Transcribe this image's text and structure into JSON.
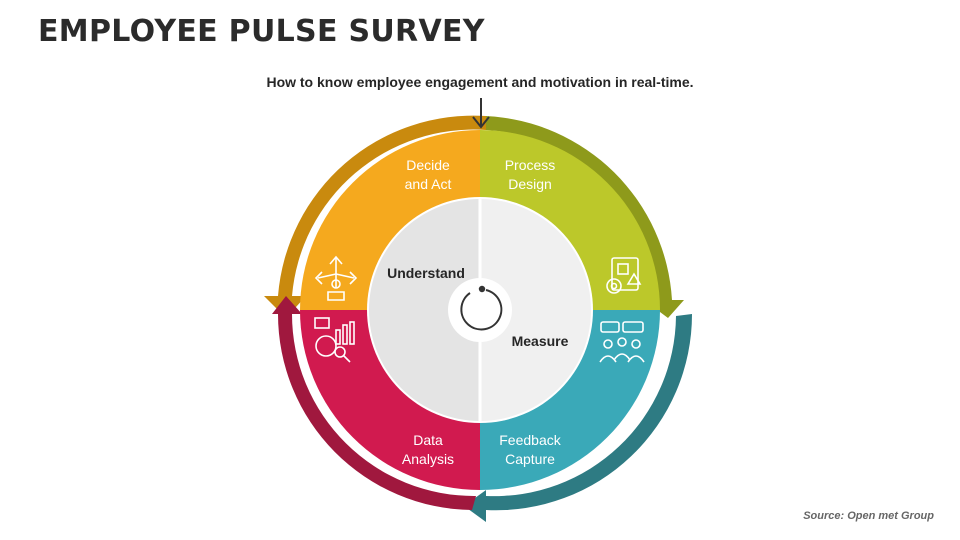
{
  "header": {
    "title": "EMPLOYEE PULSE SURVEY",
    "subtitle": "How to know employee engagement and motivation in real-time."
  },
  "footer": {
    "source": "Source: Open met Group"
  },
  "diagram": {
    "segments": [
      {
        "line1": "Decide",
        "line2": "and Act",
        "color": "#F5A91E",
        "icon": "decision-arrows-icon"
      },
      {
        "line1": "Process",
        "line2": "Design",
        "color": "#BCC82A",
        "icon": "process-design-icon"
      },
      {
        "line1": "Feedback",
        "line2": "Capture",
        "color": "#3AA9B8",
        "icon": "feedback-people-icon"
      },
      {
        "line1": "Data",
        "line2": "Analysis",
        "color": "#D11A4F",
        "icon": "data-analysis-icon"
      }
    ],
    "inner": {
      "left": "Understand",
      "right": "Measure"
    },
    "arrows": {
      "top_left": "#C98A0E",
      "top_right": "#8E9A1B",
      "bottom_right": "#2E7B83",
      "bottom_left": "#A0183E"
    },
    "center_icon": "cycle-icon"
  }
}
